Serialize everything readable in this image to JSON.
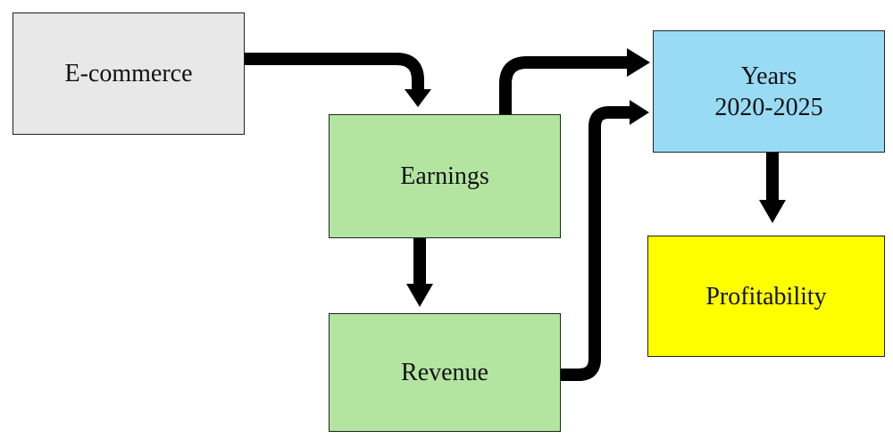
{
  "nodes": {
    "ecommerce": {
      "label": "E-commerce",
      "color": "#e8e8e8"
    },
    "earnings": {
      "label": "Earnings",
      "color": "#b3e5a1"
    },
    "revenue": {
      "label": "Revenue",
      "color": "#b3e5a1"
    },
    "years": {
      "label": "Years\n2020-2025",
      "color": "#99dbf5"
    },
    "profitability": {
      "label": "Profitability",
      "color": "#ffff00"
    }
  },
  "edges": [
    {
      "from": "E-commerce",
      "to": "Earnings"
    },
    {
      "from": "Earnings",
      "to": "Revenue"
    },
    {
      "from": "Earnings",
      "to": "Years 2020-2025"
    },
    {
      "from": "Revenue",
      "to": "Years 2020-2025"
    },
    {
      "from": "Years 2020-2025",
      "to": "Profitability"
    }
  ]
}
